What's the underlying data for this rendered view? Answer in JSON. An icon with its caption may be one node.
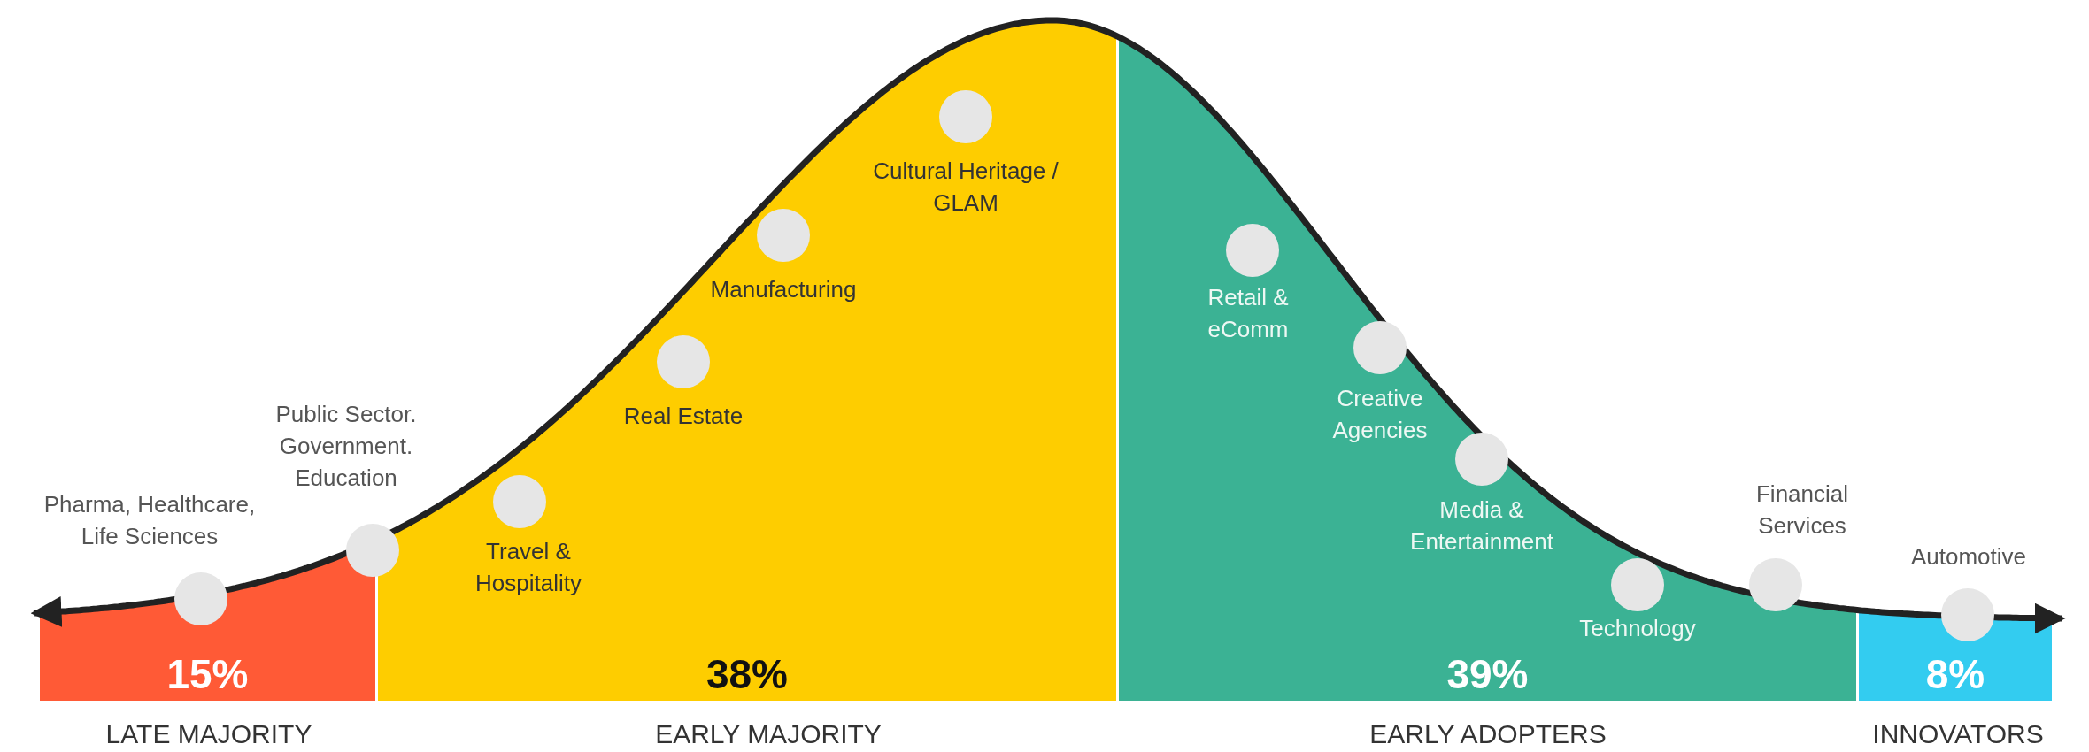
{
  "diagram": {
    "nodes": [
      {
        "text": [],
        "shape": "circle",
        "beside": [
          "Pharma, Healthcare, Life Sciences"
        ]
      },
      {
        "text": [],
        "shape": "circle",
        "beside": [
          "Public Sector. Government. Education"
        ]
      },
      {
        "text": [],
        "shape": "circle",
        "beside": [
          "Travel & Hospitality"
        ]
      },
      {
        "text": [],
        "shape": "circle",
        "beside": [
          "Real Estate"
        ]
      },
      {
        "text": [],
        "shape": "circle",
        "beside": [
          "Manufacturing"
        ]
      },
      {
        "text": [],
        "shape": "circle",
        "beside": [
          "Cultural Heritage / GLAM"
        ]
      },
      {
        "text": [],
        "shape": "circle",
        "beside": [
          "Retail & eComm"
        ]
      },
      {
        "text": [],
        "shape": "circle",
        "beside": [
          "Creative Agencies"
        ]
      },
      {
        "text": [],
        "shape": "circle",
        "beside": [
          "Media & Entertainment"
        ]
      },
      {
        "text": [],
        "shape": "circle",
        "beside": [
          "Technology"
        ]
      },
      {
        "text": [],
        "shape": "circle",
        "beside": [
          "Financial Services"
        ]
      },
      {
        "text": [],
        "shape": "circle",
        "beside": [
          "Automotive"
        ]
      }
    ],
    "labels": [
      "15%",
      "38%",
      "39%",
      "8%",
      "LATE MAJORITY",
      "EARLY MAJORITY",
      "EARLY ADOPTERS",
      "INNOVATORS"
    ]
  }
}
